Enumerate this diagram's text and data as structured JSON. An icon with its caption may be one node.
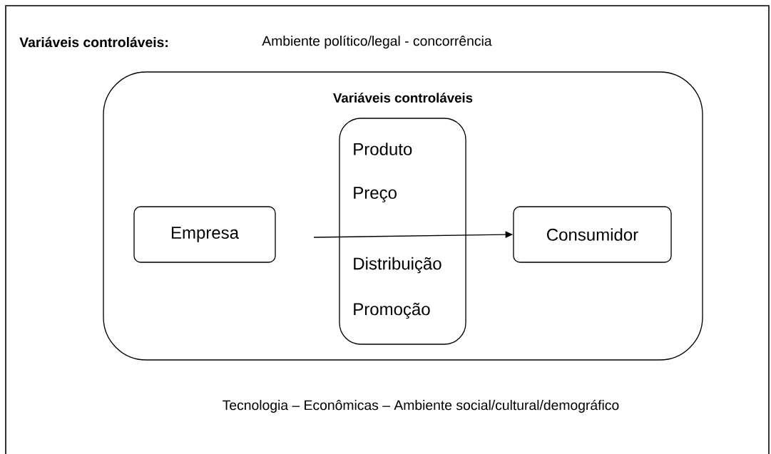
{
  "diagram": {
    "nodes": [
      {
        "text": [
          "Variáveis controláveis"
        ]
      },
      {
        "text": [
          "Empresa"
        ],
        "in": 0
      },
      {
        "text": [
          "Produto",
          "Preço",
          "Distribuição",
          "Promoção"
        ],
        "in": 0
      },
      {
        "text": [
          "Consumidor"
        ],
        "in": 0
      }
    ],
    "edges": [
      {
        "from": null,
        "to": 3,
        "arrow": "to"
      }
    ],
    "labels": [
      "Variáveis controláveis:",
      "Ambiente político/legal - concorrência",
      "Tecnologia – Econômicas – Ambiente social/cultural/demográfico"
    ]
  }
}
